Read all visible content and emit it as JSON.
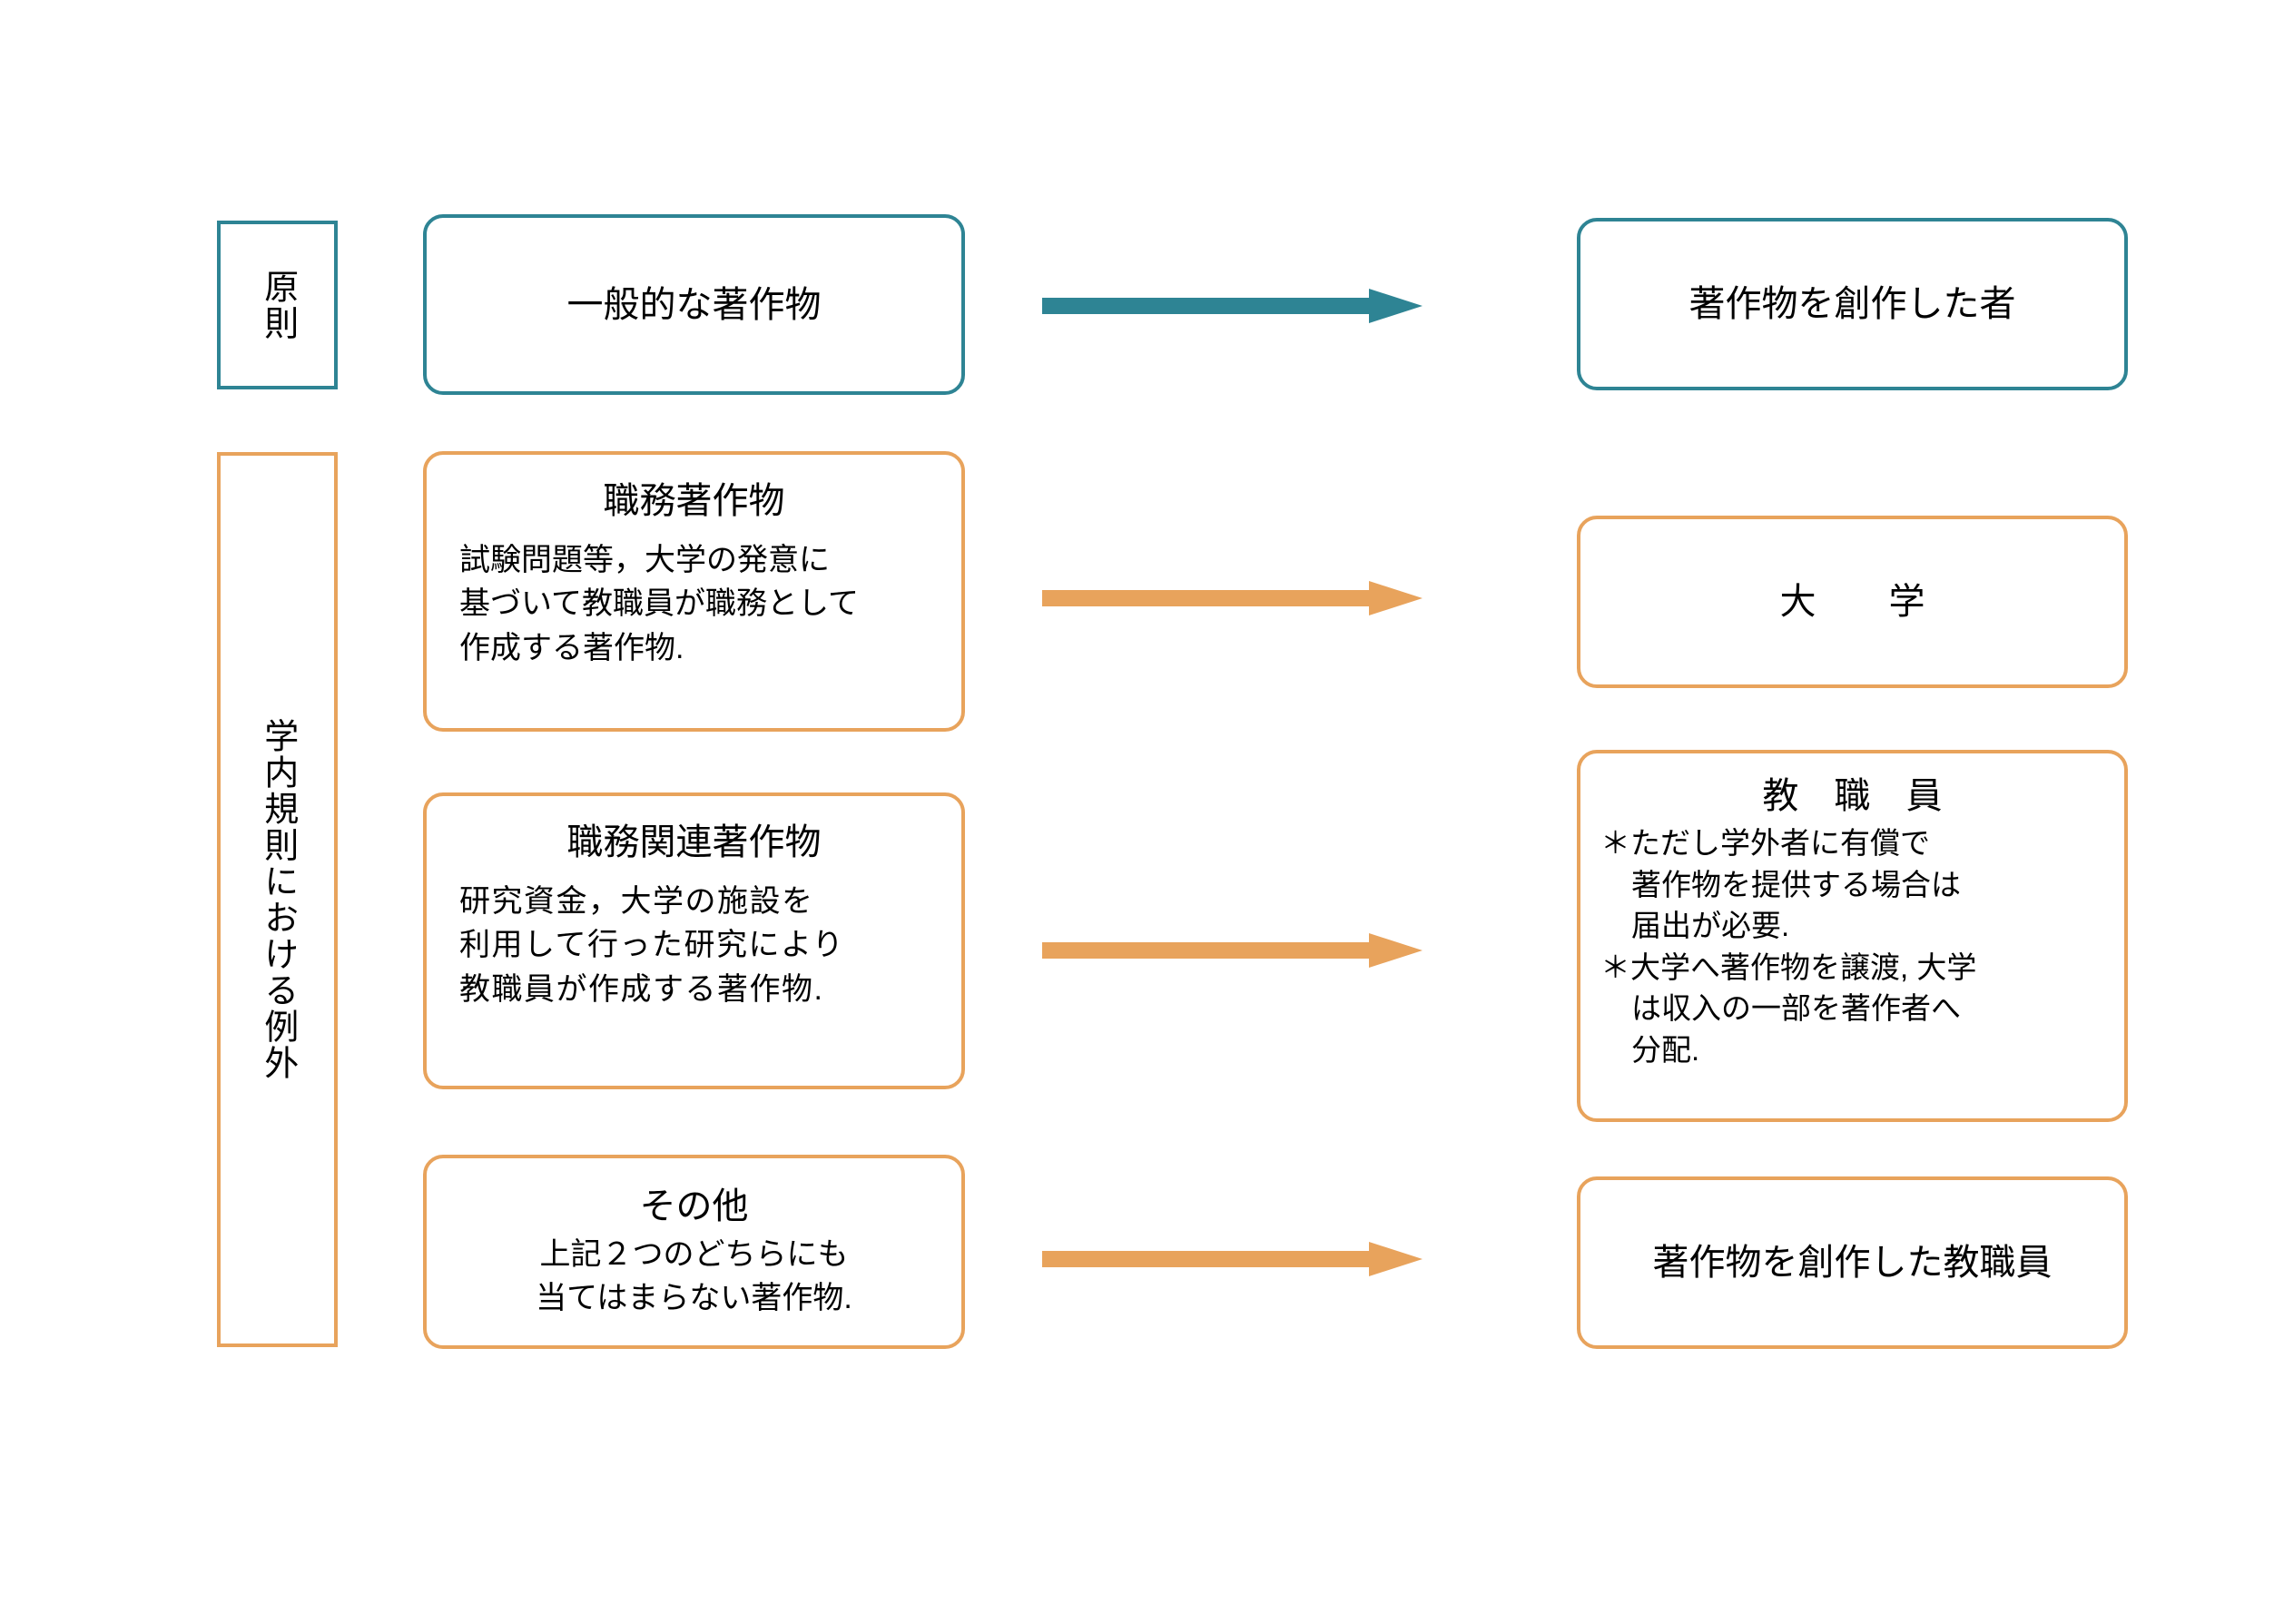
{
  "diagram": {
    "title_vertical_labels": [
      {
        "id": "principle",
        "text": "原則",
        "color": "#2E8494"
      },
      {
        "id": "exception",
        "text": "学内規則における例外",
        "color": "#E8A35C"
      }
    ],
    "left_boxes": [
      {
        "id": "general-work",
        "title": "一般的な著作物",
        "body": "",
        "color": "#2E8494"
      },
      {
        "id": "work-made-for-hire",
        "title": "職務著作物",
        "body": "試験問題等，大学の発意に\n基づいて教職員が職務として\n作成する著作物.",
        "color": "#E8A35C"
      },
      {
        "id": "work-related-to-duties",
        "title": "職務関連著作物",
        "body": "研究資金，大学の施設を\n利用して行った研究により\n教職員が作成する著作物.",
        "color": "#E8A35C"
      },
      {
        "id": "other-works",
        "title": "その他",
        "body": "上記２つのどちらにも\n当てはまらない著作物.",
        "color": "#E8A35C"
      }
    ],
    "arrows": [
      {
        "id": "arrow-general",
        "color": "#2E8494"
      },
      {
        "id": "arrow-hire",
        "color": "#E8A35C"
      },
      {
        "id": "arrow-related",
        "color": "#E8A35C"
      },
      {
        "id": "arrow-other",
        "color": "#E8A35C"
      }
    ],
    "right_boxes": [
      {
        "id": "creator",
        "title": "著作物を創作した者",
        "notes": [],
        "color": "#2E8494"
      },
      {
        "id": "university",
        "title": "大　　学",
        "notes": [],
        "color": "#E8A35C"
      },
      {
        "id": "faculty-staff",
        "title": "教 職 員",
        "notes": [
          "＊ただし学外者に有償で\n著作物を提供する場合は\n届出が必要.",
          "＊大学へ著作物を譲渡, 大学\nは収入の一部を著作者へ\n分配."
        ],
        "color": "#E8A35C"
      },
      {
        "id": "creating-faculty-staff",
        "title": "著作物を創作した教職員",
        "notes": [],
        "color": "#E8A35C"
      }
    ]
  },
  "colors": {
    "teal": "#2E8494",
    "amber": "#E8A35C",
    "background": "#FFFFFF",
    "text": "#000000"
  }
}
